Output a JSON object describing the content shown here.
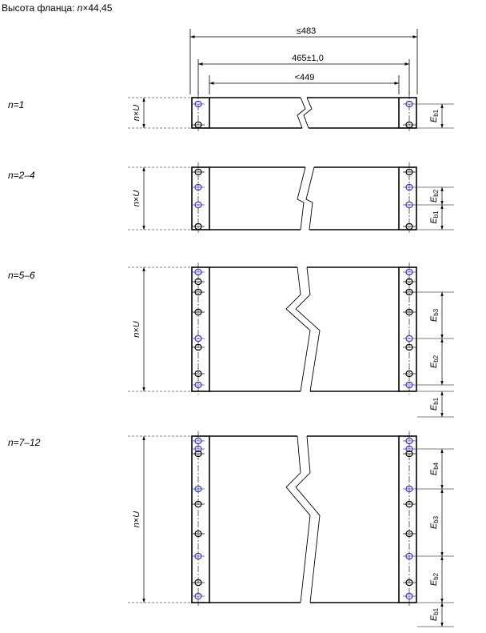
{
  "title": {
    "prefix": "Высота фланца: ",
    "n": "n",
    "rest": "×44,45"
  },
  "dims": {
    "overall": "≤483",
    "hole_spacing": "465±1,0",
    "opening": "<449"
  },
  "height_label": {
    "n": "n",
    "x": "×",
    "u": "U"
  },
  "eb": {
    "E": "E",
    "b1": "b1",
    "b2": "b2",
    "b3": "b3",
    "b4": "b4"
  },
  "views": [
    {
      "label": "n=1"
    },
    {
      "label": "n=2–4"
    },
    {
      "label": "n=5–6"
    },
    {
      "label": "n=7–12"
    }
  ],
  "colors": {
    "line": "#000000",
    "blue_hole": "#3a3ab0",
    "dim": "#000000"
  }
}
